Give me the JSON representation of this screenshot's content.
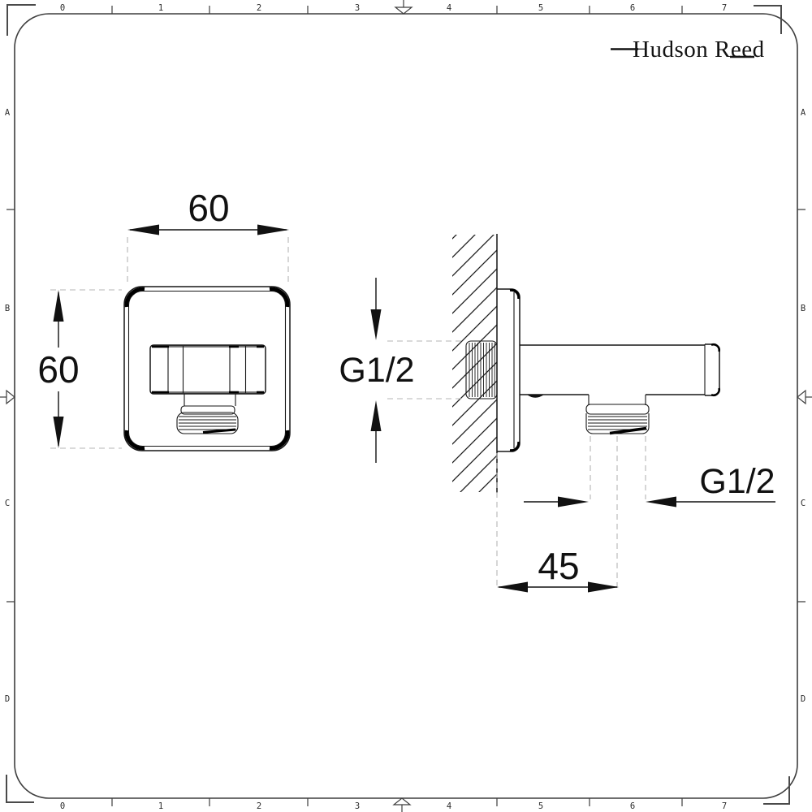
{
  "brand": {
    "name": "Hudson Reed"
  },
  "ruler": {
    "numbers": [
      "0",
      "1",
      "2",
      "3",
      "4",
      "5",
      "6",
      "7"
    ],
    "letters": [
      "A",
      "B",
      "C",
      "D"
    ]
  },
  "dimensions": {
    "plate_width": "60",
    "plate_height": "60",
    "inlet_thread": "G1/2",
    "outlet_thread": "G1/2",
    "projection": "45"
  },
  "colors": {
    "background": "#ffffff",
    "drawing_line": "#161616",
    "frame_line": "#3e3e3e",
    "dashed_line": "#b4b4b4"
  }
}
